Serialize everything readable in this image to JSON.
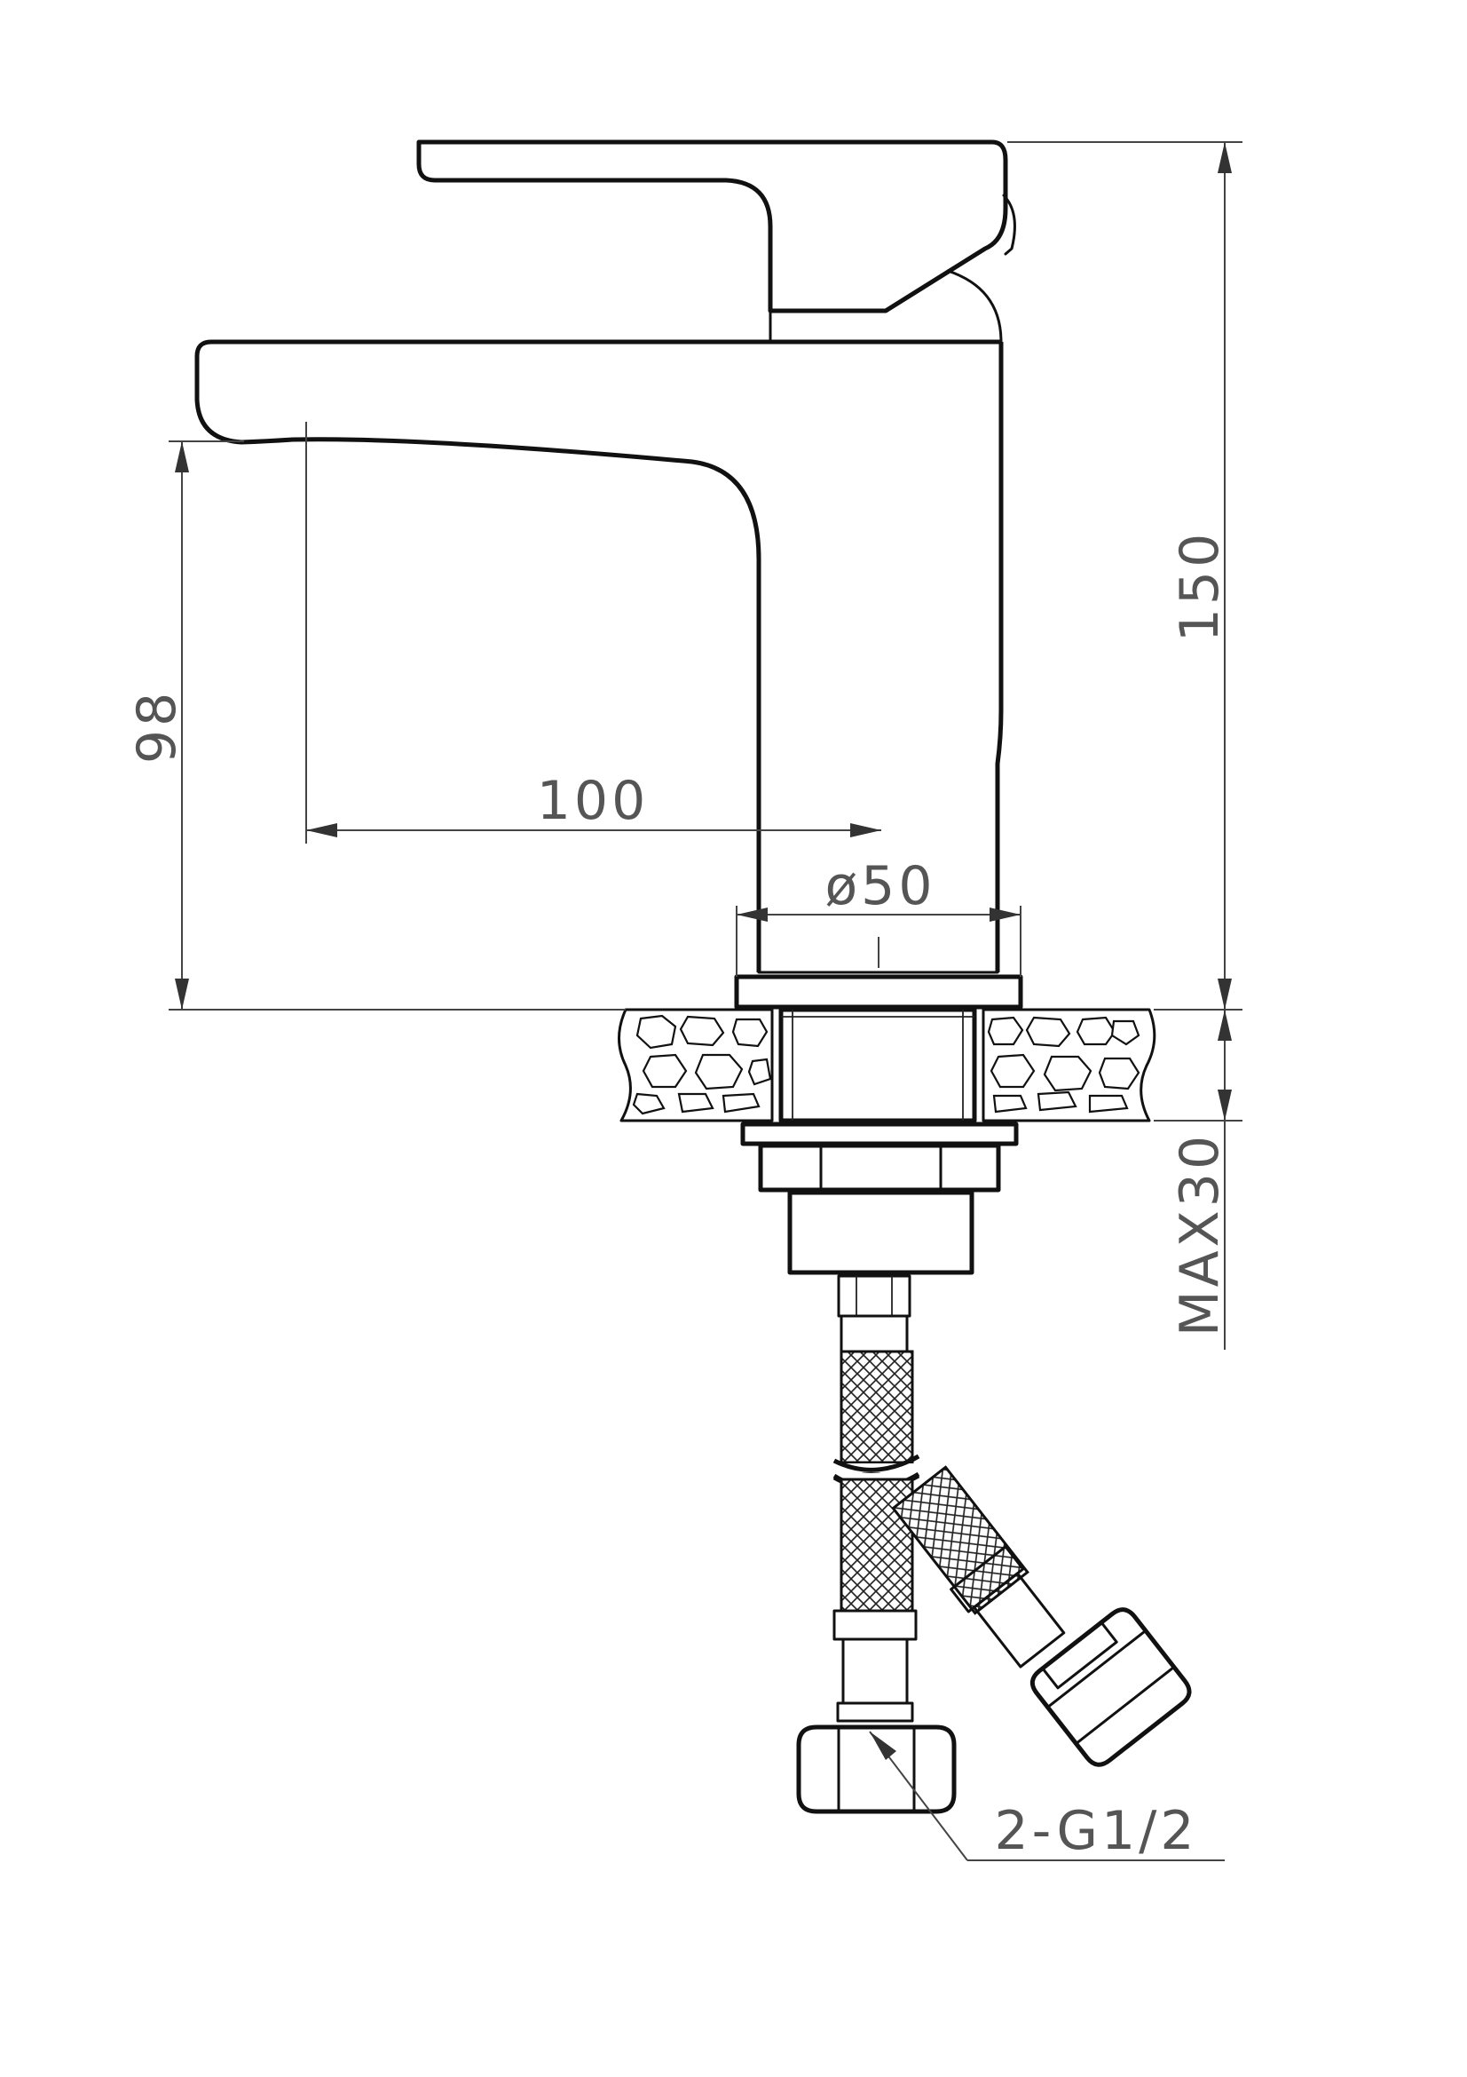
{
  "dimensions": {
    "height_total": "150",
    "spout_height": "98",
    "spout_reach": "100",
    "base_diameter": "ø50",
    "max_thickness": "MAX30",
    "connection": "2-G1/2"
  },
  "colors": {
    "line": "#111111",
    "dimension": "#555555",
    "background": "#ffffff"
  }
}
